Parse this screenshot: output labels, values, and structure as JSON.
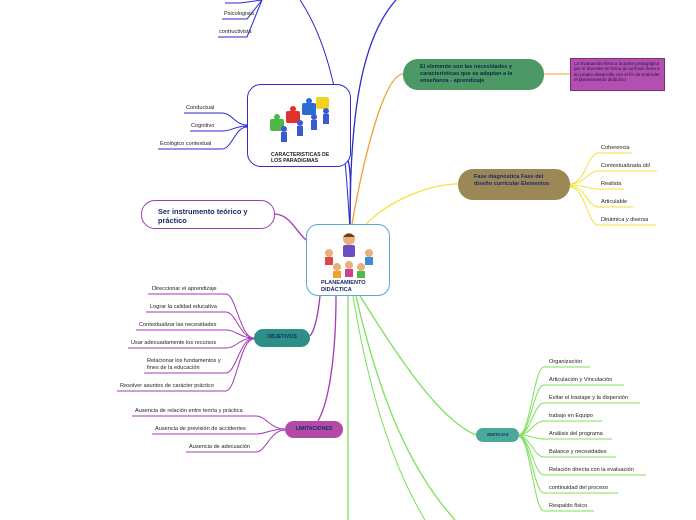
{
  "center": {
    "title": "PLANEAMIENTO DIDÁCTICA"
  },
  "paradigmas": {
    "title": "CARACTERISTICAS DE LOS PARADIGMAS",
    "items": [
      "Conductual",
      "Cognitivo",
      "Ecológico contextual"
    ]
  },
  "top_items": [
    "Psicologista",
    "contructivista"
  ],
  "ser": {
    "text": "Ser instrumento teórico y práctico"
  },
  "elemento": {
    "text": "El elemento son las necesidades y características que se adaptan a la enseñanza - aprendizaje",
    "note": "La Evaluación lleva a la parte pedagógica por el docente en torno al currículo lleva a su propio desarrollo con el fin de entender el planeamiento didáctico"
  },
  "fases": {
    "text": "Fase diagnostica Fase del diseño curricular Elementos",
    "items": [
      "Coherencia",
      "Contextualizada útil",
      "Realista",
      "Articulable",
      "Dinámica y diversa"
    ]
  },
  "objetivos": {
    "label": "OBJETIVOS",
    "items": [
      "Direccionar el aprendizaje",
      "Lograr la calidad educativa",
      "Contextualizar las necesidades",
      "Usar adecuadamente los recursos",
      "Relacionar los fundamentos y fines de la educación",
      "Resolver asuntos de carácter práctico"
    ]
  },
  "limitaciones": {
    "label": "LIMITACIONES",
    "items": [
      "Ausencia de relación entre teoría y práctica",
      "Ausencia de previsión de accidentes",
      "Ausencia de adecuación"
    ]
  },
  "ventajas": {
    "label": "VENTAJAS",
    "items": [
      "Organización",
      "Articulación y Vinculación",
      "Evitar el traslape y la dispersión",
      "trabajo en Equipo",
      "Análisis del programa",
      "Balance y necesidades",
      "Relación directa con la evaluación",
      "continuidad del proceso",
      "Respaldo físico"
    ]
  },
  "colors": {
    "paradigm": "#2b2bd0",
    "elemento": "#4d9966",
    "fases": "#9c8856",
    "objetivos": "#2e8f87",
    "limitaciones": "#b34aa6",
    "ventajas": "#4aaa9a",
    "ser": "#a23ab6"
  }
}
